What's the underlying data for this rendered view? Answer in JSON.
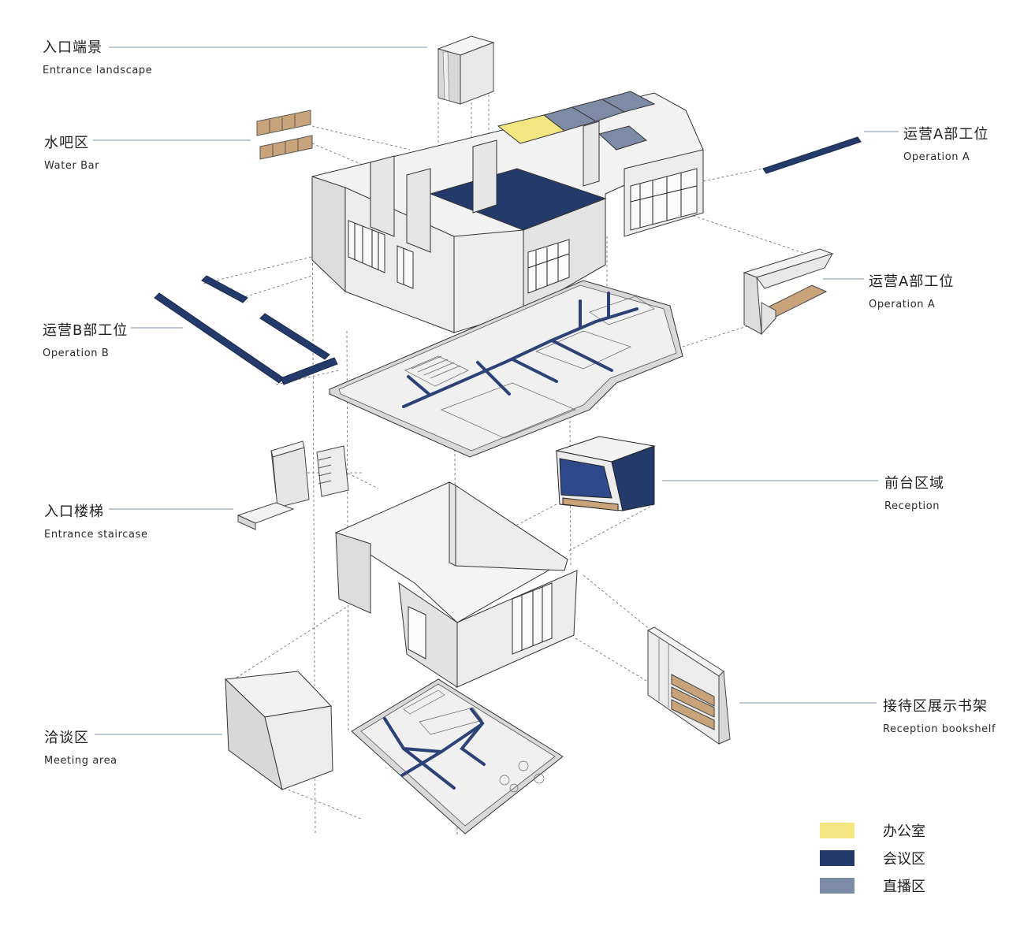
{
  "labels": {
    "entrance_landscape": {
      "zh": "入口端景",
      "en": "Entrance landscape"
    },
    "water_bar": {
      "zh": "水吧区",
      "en": "Water Bar"
    },
    "operation_b": {
      "zh": "运营B部工位",
      "en": "Operation B"
    },
    "entrance_staircase": {
      "zh": "入口楼梯",
      "en": "Entrance staircase"
    },
    "meeting_area": {
      "zh": "洽谈区",
      "en": "Meeting area"
    },
    "operation_a_top": {
      "zh": "运营A部工位",
      "en": "Operation A"
    },
    "operation_a_mid": {
      "zh": "运营A部工位",
      "en": "Operation A"
    },
    "reception": {
      "zh": "前台区域",
      "en": "Reception"
    },
    "reception_bookshelf": {
      "zh": "接待区展示书架",
      "en": "Reception bookshelf"
    }
  },
  "legend": [
    {
      "label": "办公室",
      "color": "#f3e57f"
    },
    {
      "label": "会议区",
      "color": "#243a6b"
    },
    {
      "label": "直播区",
      "color": "#7d8ba6"
    }
  ],
  "colors": {
    "navy": "#243a6b",
    "yellow": "#f3e57f",
    "slate": "#7d8ba6",
    "wood": "#c9a37a",
    "wall": "#ececec",
    "wall_shade": "#d6d6d6",
    "floor": "#d9d9d9",
    "line": "#7a90a8"
  }
}
